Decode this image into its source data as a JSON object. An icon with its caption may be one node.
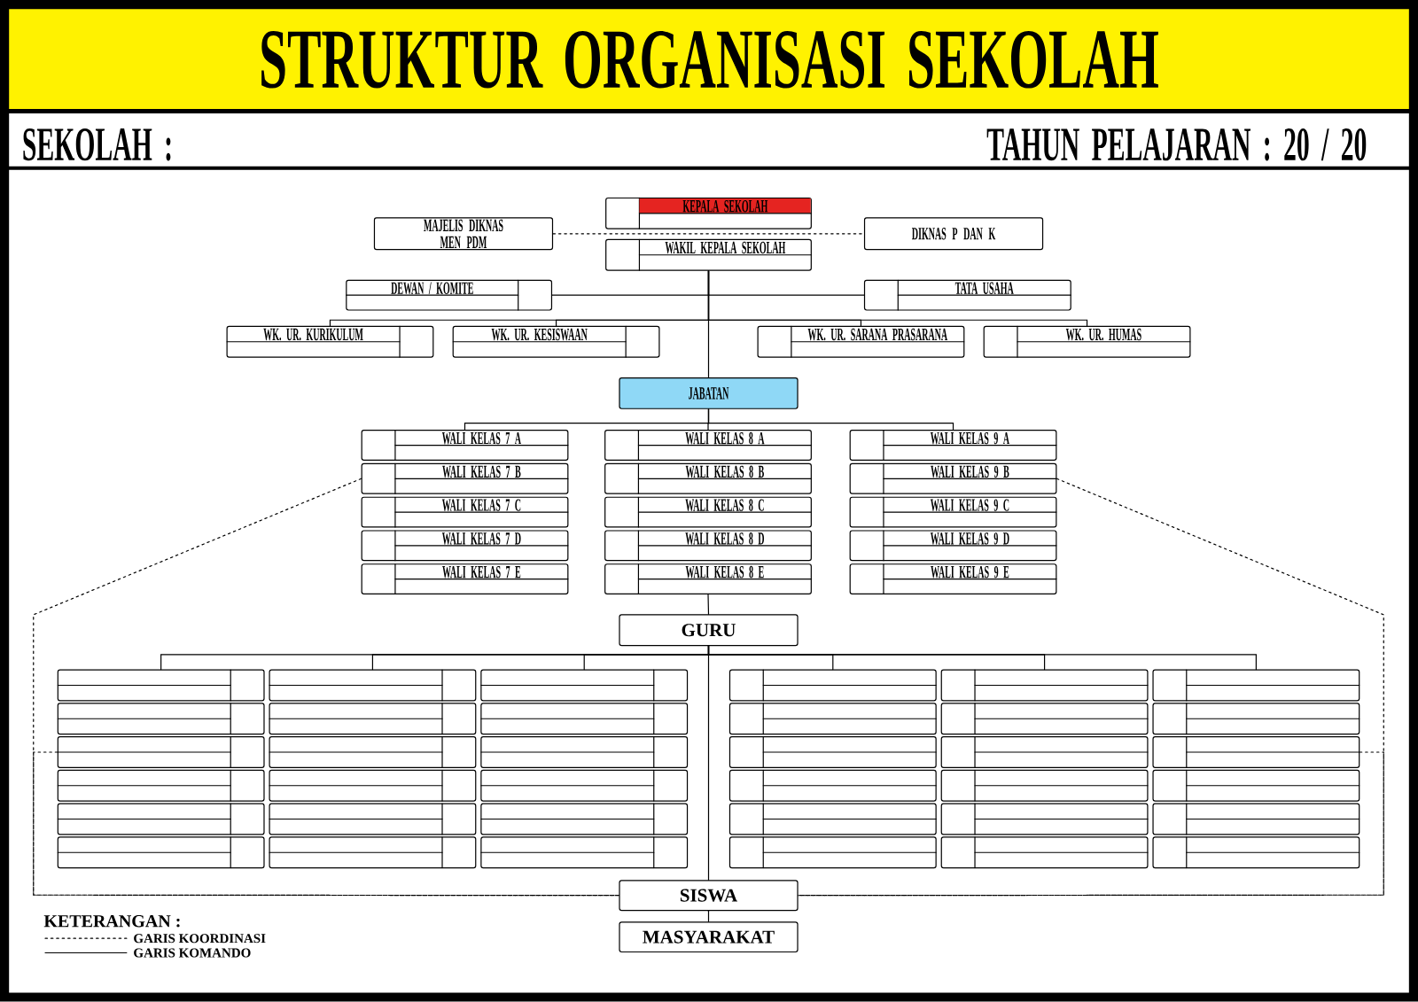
{
  "diagram": {
    "title": "STRUKTUR ORGANISASI SEKOLAH",
    "nodes": [
      {
        "text": [
          "KEPALA SEKOLAH"
        ]
      },
      {
        "text": [
          "MAJELIS DIKNAS MEN PDM"
        ]
      },
      {
        "text": [
          "DIKNAS P DAN K"
        ]
      },
      {
        "text": [
          "WAKIL KEPALA SEKOLAH"
        ]
      },
      {
        "text": [
          "DEWAN / KOMITE"
        ]
      },
      {
        "text": [
          "TATA USAHA"
        ]
      },
      {
        "text": [
          "WK. UR. KURIKULUM"
        ]
      },
      {
        "text": [
          "WK. UR. KESISWAAN"
        ]
      },
      {
        "text": [
          "WK. UR. SARANA PRASARANA"
        ]
      },
      {
        "text": [
          "WK. UR. HUMAS"
        ]
      },
      {
        "text": [
          "JABATAN"
        ]
      },
      {
        "text": [
          "WALI KELAS 7 A"
        ]
      },
      {
        "text": [
          "WALI KELAS 8 A"
        ]
      },
      {
        "text": [
          "WALI KELAS 9 A"
        ]
      },
      {
        "text": [
          "WALI KELAS 7 B"
        ]
      },
      {
        "text": [
          "WALI KELAS 8 B"
        ]
      },
      {
        "text": [
          "WALI KELAS 9 B"
        ]
      },
      {
        "text": [
          "WALI KELAS 7 C"
        ]
      },
      {
        "text": [
          "WALI KELAS 8 C"
        ]
      },
      {
        "text": [
          "WALI KELAS 9 C"
        ]
      },
      {
        "text": [
          "WALI KELAS 7 D"
        ]
      },
      {
        "text": [
          "WALI KELAS 8 D"
        ]
      },
      {
        "text": [
          "WALI KELAS 9 D"
        ]
      },
      {
        "text": [
          "WALI KELAS 7 E"
        ]
      },
      {
        "text": [
          "WALI KELAS 8 E"
        ]
      },
      {
        "text": [
          "WALI KELAS 9 E"
        ]
      },
      {
        "text": [
          "GURU"
        ]
      },
      {
        "text": [],
        "shape": "box"
      },
      {
        "text": [],
        "shape": "box"
      },
      {
        "text": [],
        "shape": "box"
      },
      {
        "text": [],
        "shape": "box"
      },
      {
        "text": [],
        "shape": "box"
      },
      {
        "text": [],
        "shape": "box"
      },
      {
        "text": [],
        "shape": "box"
      },
      {
        "text": [],
        "shape": "box"
      },
      {
        "text": [],
        "shape": "box"
      },
      {
        "text": [],
        "shape": "box"
      },
      {
        "text": [],
        "shape": "box"
      },
      {
        "text": [],
        "shape": "box"
      },
      {
        "text": [],
        "shape": "box"
      },
      {
        "text": [],
        "shape": "box"
      },
      {
        "text": [],
        "shape": "box"
      },
      {
        "text": [],
        "shape": "box"
      },
      {
        "text": [],
        "shape": "box"
      },
      {
        "text": [],
        "shape": "box"
      },
      {
        "text": [],
        "shape": "box"
      },
      {
        "text": [],
        "shape": "box"
      },
      {
        "text": [],
        "shape": "box"
      },
      {
        "text": [],
        "shape": "box"
      },
      {
        "text": [],
        "shape": "box"
      },
      {
        "text": [],
        "shape": "box"
      },
      {
        "text": [],
        "shape": "box"
      },
      {
        "text": [],
        "shape": "box"
      },
      {
        "text": [],
        "shape": "box"
      },
      {
        "text": [],
        "shape": "box"
      },
      {
        "text": [],
        "shape": "box"
      },
      {
        "text": [],
        "shape": "box"
      },
      {
        "text": [],
        "shape": "box"
      },
      {
        "text": [],
        "shape": "box"
      },
      {
        "text": [],
        "shape": "box"
      },
      {
        "text": [],
        "shape": "box"
      },
      {
        "text": [],
        "shape": "box"
      },
      {
        "text": [],
        "shape": "box"
      },
      {
        "text": [
          "SISWA"
        ]
      },
      {
        "text": [
          "MASYARAKAT"
        ]
      }
    ],
    "edges": [
      {
        "from": 1,
        "to": 2,
        "arrow": "none",
        "style": "dashed"
      },
      {
        "from": 3,
        "to": 4,
        "arrow": "none"
      },
      {
        "from": 3,
        "to": 5,
        "arrow": "none"
      },
      {
        "from": 3,
        "to": 6,
        "arrow": "none"
      },
      {
        "from": 3,
        "to": 7,
        "arrow": "none"
      },
      {
        "from": 3,
        "to": 8,
        "arrow": "none"
      },
      {
        "from": 3,
        "to": 9,
        "arrow": "none"
      },
      {
        "from": 3,
        "to": 10,
        "arrow": "none"
      },
      {
        "from": 10,
        "to": 11,
        "arrow": "none"
      },
      {
        "from": 10,
        "to": 12,
        "arrow": "none"
      },
      {
        "from": 10,
        "to": 13,
        "arrow": "none"
      },
      {
        "from": 24,
        "to": 26,
        "arrow": "none"
      },
      {
        "from": 26,
        "to": 27,
        "arrow": "none"
      },
      {
        "from": 26,
        "to": 28,
        "arrow": "none"
      },
      {
        "from": 26,
        "to": 29,
        "arrow": "none"
      },
      {
        "from": 26,
        "to": 30,
        "arrow": "none"
      },
      {
        "from": 26,
        "to": 31,
        "arrow": "none"
      },
      {
        "from": 26,
        "to": 32,
        "arrow": "none"
      },
      {
        "from": 26,
        "to": 63,
        "arrow": "none"
      },
      {
        "from": 63,
        "to": 64,
        "arrow": "none"
      },
      {
        "from": 14,
        "to": 63,
        "arrow": "none",
        "style": "dashed"
      },
      {
        "from": 16,
        "to": 63,
        "arrow": "none",
        "style": "dashed"
      },
      {
        "from": 39,
        "to": 63,
        "arrow": "none",
        "style": "dashed"
      },
      {
        "from": 44,
        "to": 63,
        "arrow": "none",
        "style": "dashed"
      }
    ],
    "labels": [
      "SEKOLAH :",
      "TAHUN PELAJARAN : 20 / 20",
      "KETERANGAN :"
    ],
    "legend": [
      {
        "text": "GARIS KOORDINASI"
      },
      {
        "text": "GARIS KOMANDO"
      }
    ]
  }
}
